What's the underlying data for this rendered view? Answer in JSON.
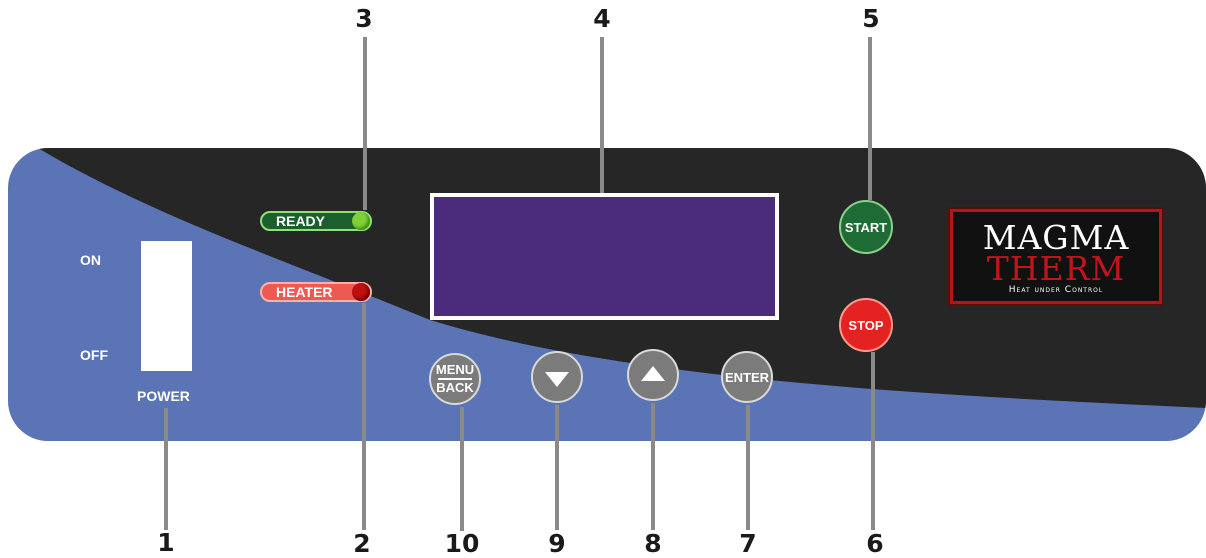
{
  "colors": {
    "panel_blue": "#5a74b5",
    "panel_black": "#262626",
    "display": "#4b2c7c",
    "start_green": "#1f6b35",
    "stop_red": "#e52222",
    "ready_led": "#7fd13a",
    "heater_led": "#c01010",
    "logo_red": "#c0151b"
  },
  "callouts": {
    "n1": "1",
    "n2": "2",
    "n3": "3",
    "n4": "4",
    "n5": "5",
    "n6": "6",
    "n7": "7",
    "n8": "8",
    "n9": "9",
    "n10": "10"
  },
  "power": {
    "on_label": "ON",
    "off_label": "OFF",
    "label": "POWER"
  },
  "indicators": {
    "ready_label": "READY",
    "heater_label": "HEATER"
  },
  "buttons": {
    "menu_top": "MENU",
    "menu_bottom": "BACK",
    "enter": "ENTER",
    "start": "START",
    "stop": "STOP",
    "down_icon": "down-triangle-icon",
    "up_icon": "up-triangle-icon"
  },
  "logo": {
    "line1": "MAGMA",
    "line2": "THERM",
    "tagline": "Heat under Control"
  }
}
